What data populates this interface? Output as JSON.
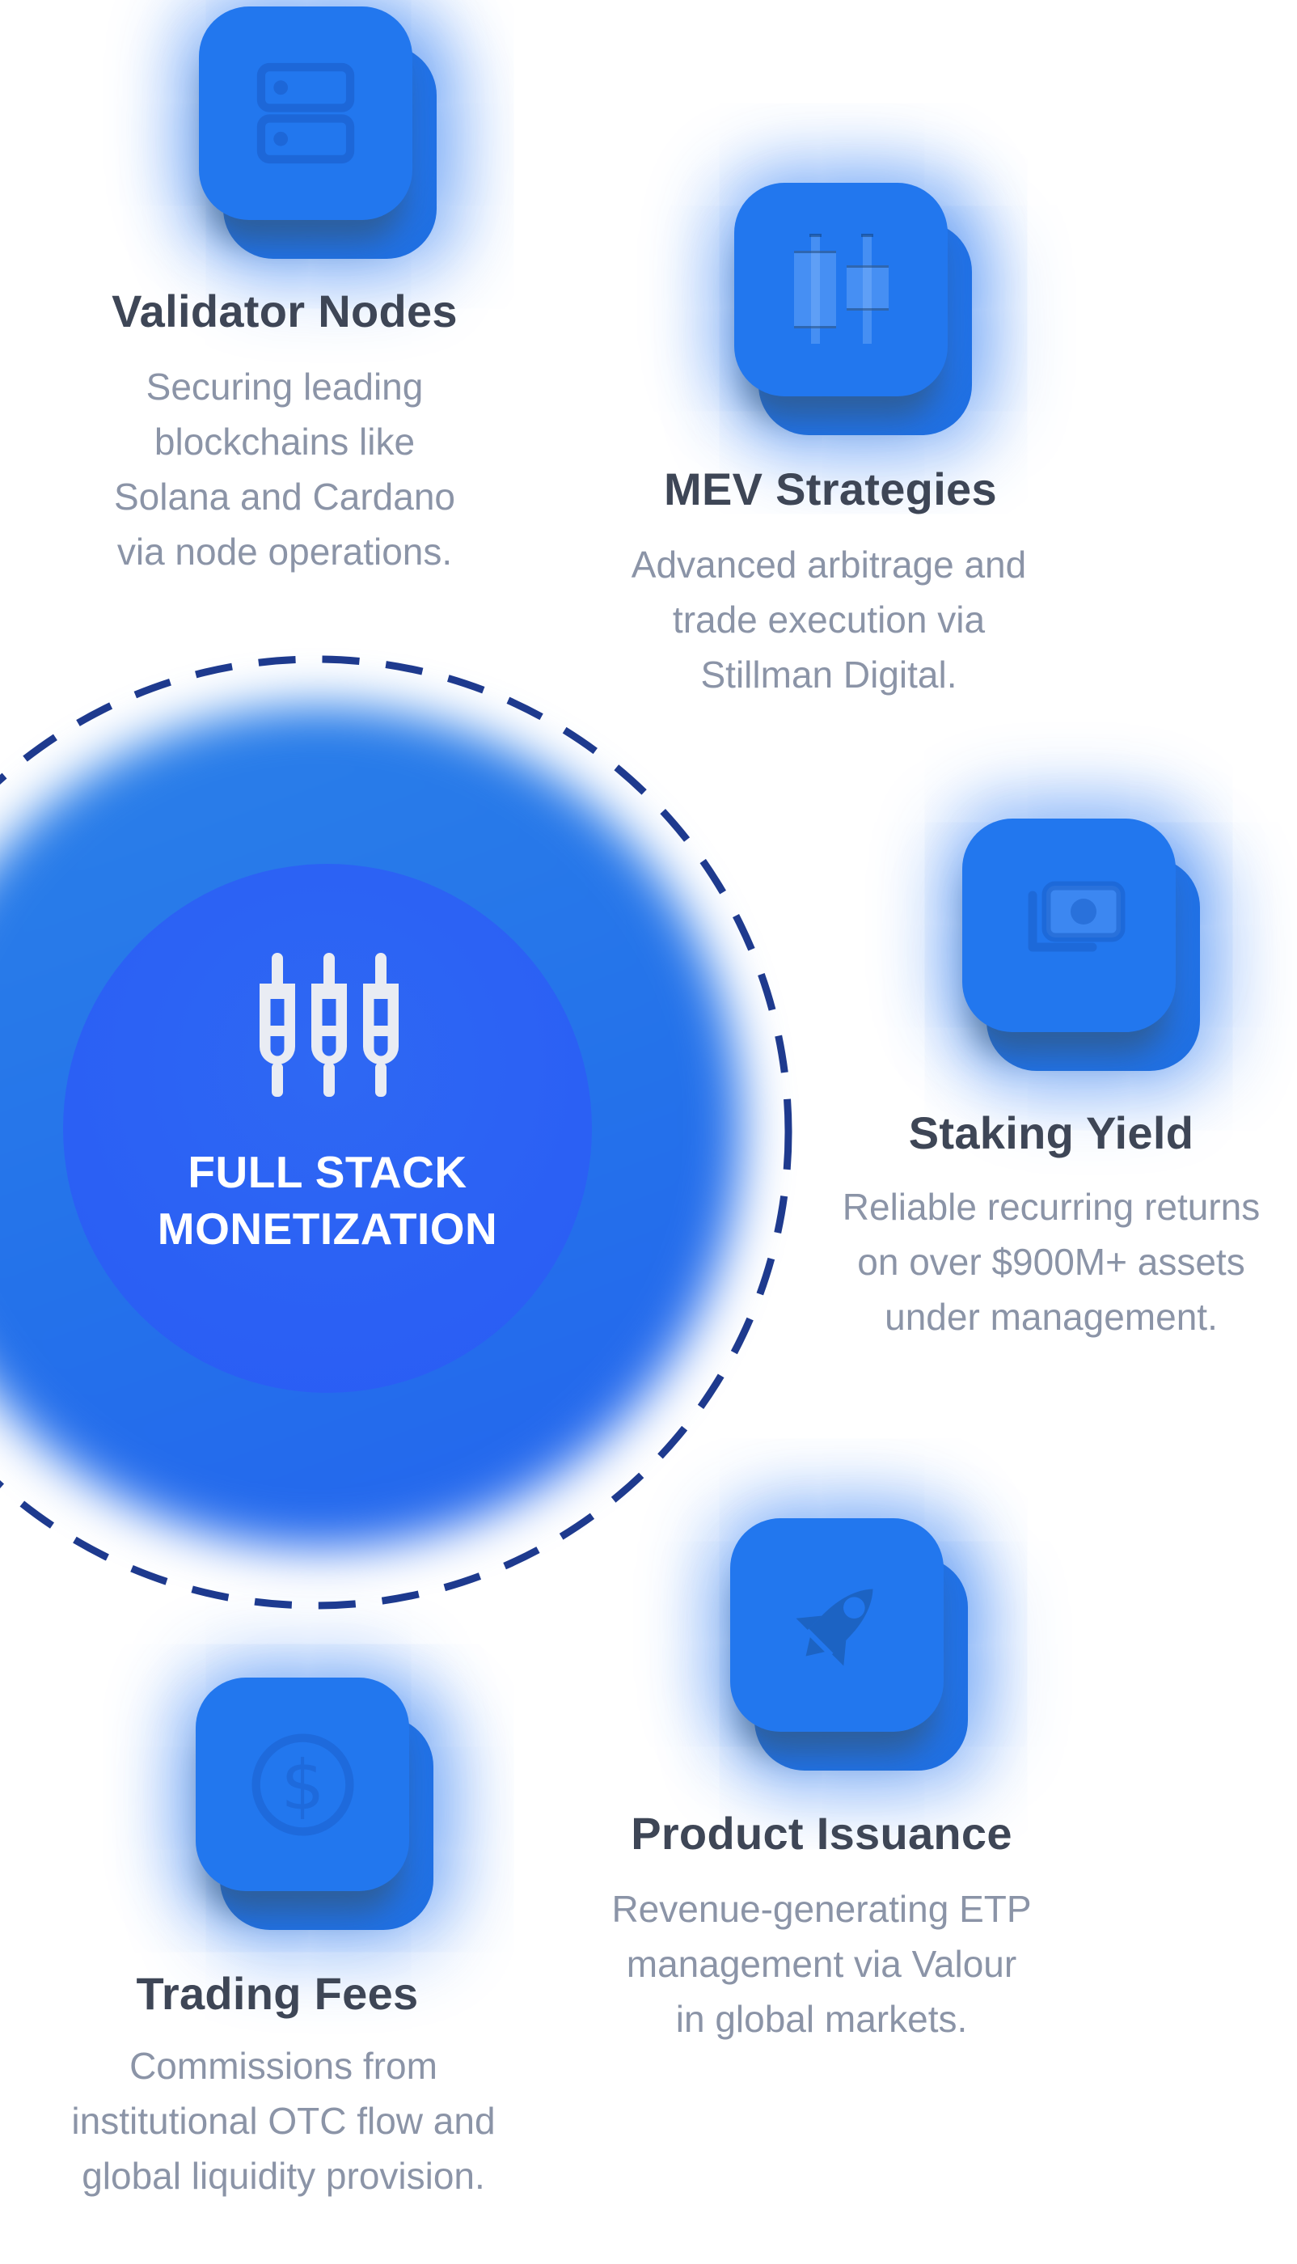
{
  "background_color": "#ffffff",
  "colors": {
    "tile_blue": "#2277ee",
    "tile_back_blue": "#2070e2",
    "glow_blue": "#2a7af3",
    "halo_gradient_start": "#2b81e8",
    "halo_gradient_end": "#2464ee",
    "inner_circle_blue": "#2b60f4",
    "dashed_ring_navy": "#1e3a8e",
    "heading_slate": "#3e4656",
    "body_gray": "#8b94a7",
    "center_text_white": "#ffffff",
    "glyph_navy": "#1a5ec9"
  },
  "center": {
    "icon": "candlestick-sliders-icon",
    "title_line1": "FULL STACK",
    "title_line2": "MONETIZATION"
  },
  "cards": [
    {
      "id": "validator-nodes",
      "icon": "server-icon",
      "title": "Validator Nodes",
      "description": "Securing leading blockchains like Solana and Cardano via node operations."
    },
    {
      "id": "mev-strategies",
      "icon": "candlestick-chart-icon",
      "title": "MEV Strategies",
      "description": "Advanced arbitrage and trade execution via Stillman Digital."
    },
    {
      "id": "staking-yield",
      "icon": "banknote-icon",
      "title": "Staking Yield",
      "description": "Reliable recurring returns on over $900M+ assets under management."
    },
    {
      "id": "product-issuance",
      "icon": "rocket-icon",
      "title": "Product Issuance",
      "description": "Revenue-generating ETP management via Valour in global markets."
    },
    {
      "id": "trading-fees",
      "icon": "dollar-circle-icon",
      "title": "Trading Fees",
      "description": "Commissions from institutional OTC flow and global liquidity provision."
    }
  ]
}
